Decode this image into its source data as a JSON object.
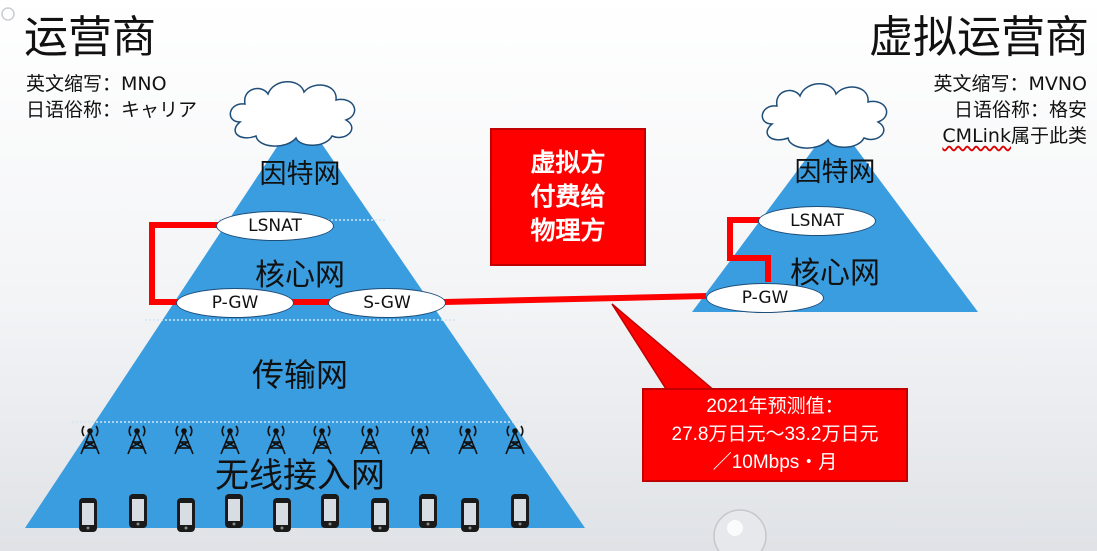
{
  "mno": {
    "title": "运营商",
    "line1": "英文缩写：MNO",
    "line2": "日语俗称：キャリア",
    "layers": {
      "internet": "因特网",
      "core": "核心网",
      "transport": "传输网",
      "access": "无线接入网"
    },
    "nodes": {
      "lsnat": "LSNAT",
      "pgw": "P-GW",
      "sgw": "S-GW"
    }
  },
  "mvno": {
    "title": "虚拟运营商",
    "line1": "英文缩写：MVNO",
    "line2": "日语俗称：格安",
    "line3_brand": "CMLink",
    "line3_rest": "属于此类",
    "layers": {
      "internet": "因特网",
      "core": "核心网"
    },
    "nodes": {
      "lsnat": "LSNAT",
      "pgw": "P-GW"
    }
  },
  "payment_box": {
    "line1": "虚拟方",
    "line2": "付费给",
    "line3": "物理方"
  },
  "price_callout": {
    "line1": "2021年预测值：",
    "line2": "27.8万日元～33.2万日元",
    "line3": "／10Mbps・月"
  },
  "colors": {
    "pyramid": "#3a9de0",
    "link": "#ff0000",
    "cloud_fill": "#ffffff"
  },
  "icons": {
    "tower": "cell-tower-icon",
    "phone": "smartphone-icon",
    "cloud": "cloud-icon"
  }
}
